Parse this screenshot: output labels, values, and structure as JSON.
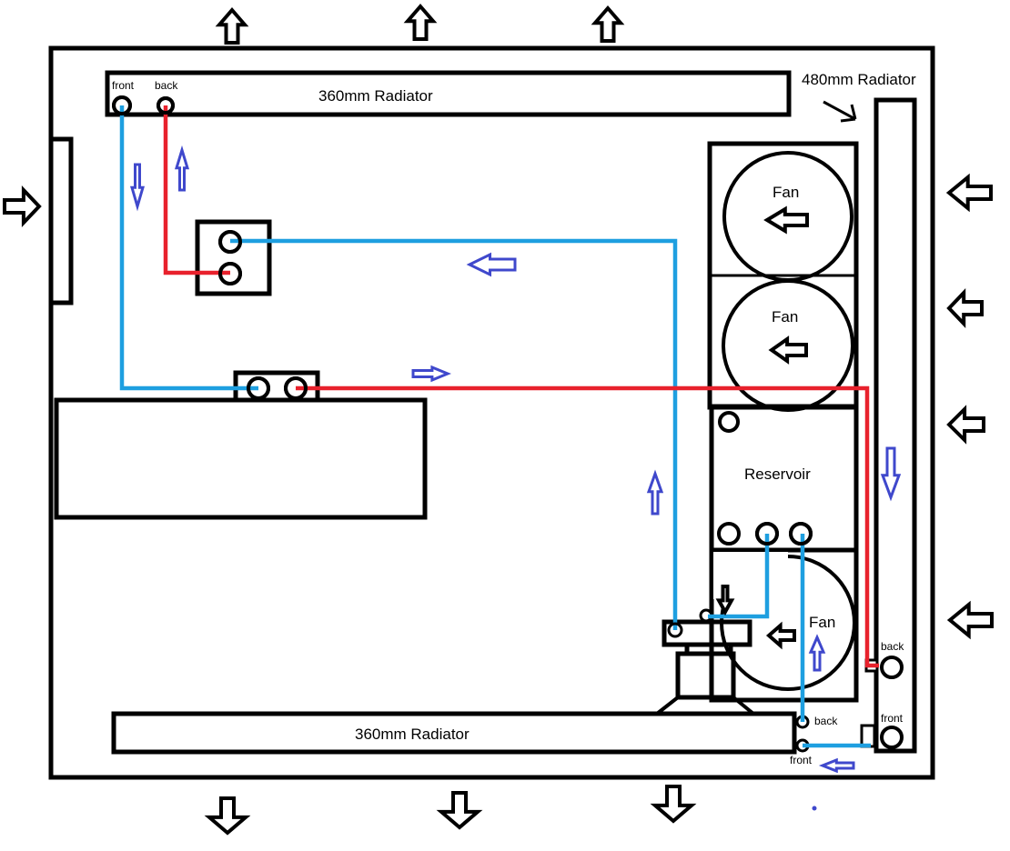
{
  "labels": {
    "top_radiator": "360mm Radiator",
    "top_front": "front",
    "top_back": "back",
    "side_radiator": "480mm Radiator",
    "bottom_radiator": "360mm Radiator",
    "bottom_back": "back",
    "bottom_front": "front",
    "side_back": "back",
    "side_front": "front",
    "fan_1": "Fan",
    "fan_2": "Fan",
    "fan_3": "Fan",
    "reservoir": "Reservoir"
  },
  "colors": {
    "cold_pipe": "#1e9fe0",
    "hot_pipe": "#e8212c",
    "flow_arrow": "#3f48cc",
    "outline": "#000000"
  },
  "icons": {
    "airflow_arrow": "outline-arrow-icon",
    "coolant_flow_arrow": "blue-outline-arrow-icon"
  }
}
